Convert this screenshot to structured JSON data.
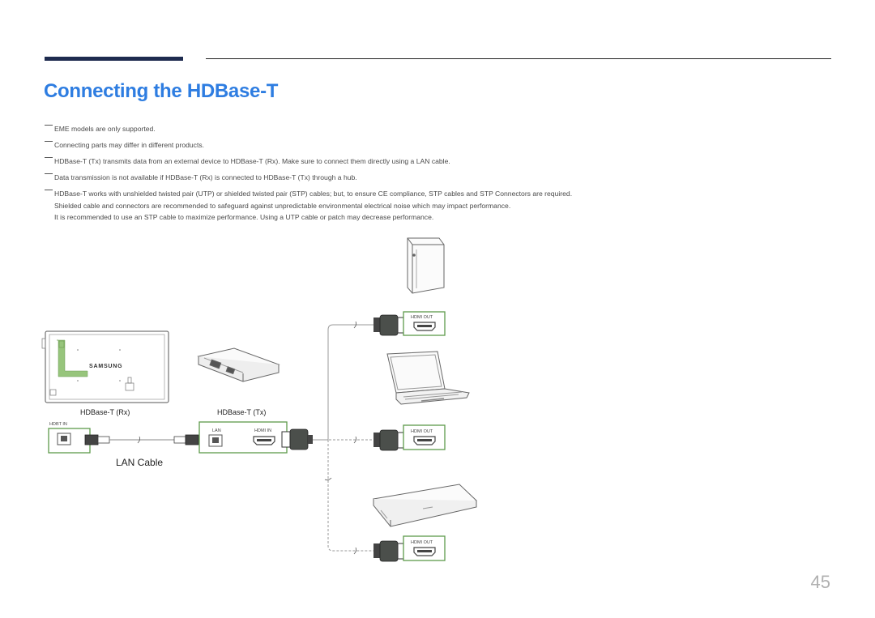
{
  "page": {
    "title": "Connecting the HDBase-T",
    "page_number": "45"
  },
  "notes": [
    {
      "lines": [
        "EME models are only supported."
      ]
    },
    {
      "lines": [
        "Connecting parts may differ in different products."
      ]
    },
    {
      "lines": [
        "HDBase-T (Tx) transmits data from an external device to HDBase-T (Rx). Make sure to connect them directly using a LAN cable."
      ]
    },
    {
      "lines": [
        "Data transmission is not available if HDBase-T (Rx) is connected to HDBase-T (Tx) through a hub."
      ]
    },
    {
      "lines": [
        "HDBase-T works with unshielded twisted pair (UTP) or shielded twisted pair (STP) cables; but, to ensure CE compliance, STP cables and STP Connectors are required.",
        "Shielded cable and connectors are recommended to safeguard against unpredictable environmental electrical noise which may impact performance.",
        "It is recommended to use an STP cable to maximize performance. Using a UTP cable or patch may decrease performance."
      ]
    }
  ],
  "diagram": {
    "rx_label": "HDBase-T (Rx)",
    "tx_label": "HDBase-T (Tx)",
    "hdbt_in_label": "HDBT IN",
    "lan_label": "LAN",
    "hdmi_in_label": "HDMI IN",
    "hdmi_out_label": "HDMI OUT",
    "lan_cable_label": "LAN Cable",
    "brand_label": "SAMSUNG",
    "accent_color": "#5e9a4b"
  }
}
